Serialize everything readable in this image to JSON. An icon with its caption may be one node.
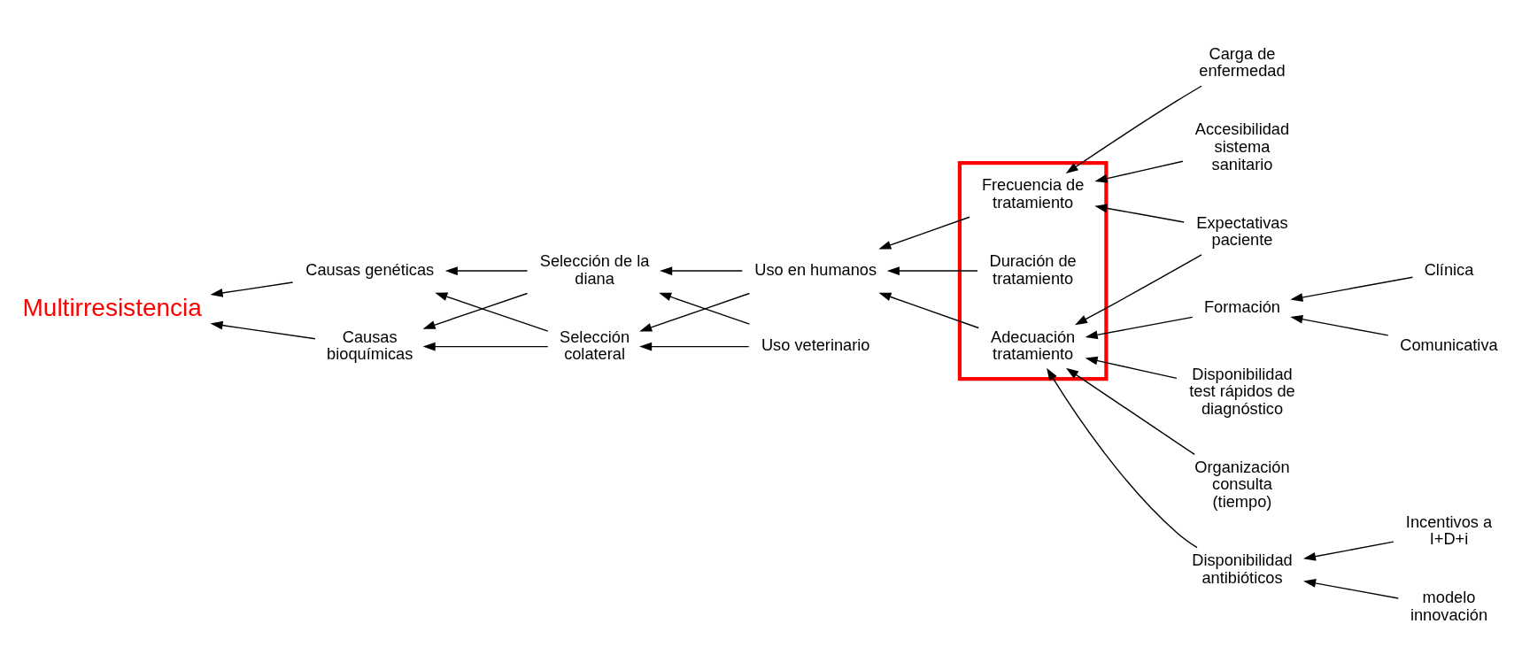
{
  "diagram": {
    "nodes": [
      {
        "text": [
          "Multirresistencia"
        ]
      },
      {
        "text": [
          "Causas genéticas"
        ]
      },
      {
        "text": [
          "Causas bioquímicas"
        ]
      },
      {
        "text": [
          "Selección de la diana"
        ]
      },
      {
        "text": [
          "Selección colateral"
        ]
      },
      {
        "text": [
          "Uso en humanos"
        ]
      },
      {
        "text": [
          "Uso veterinario"
        ]
      },
      {
        "text": [],
        "shape": "box"
      },
      {
        "text": [
          "Frecuencia de tratamiento"
        ],
        "in": 7
      },
      {
        "text": [
          "Duración de tratamiento"
        ],
        "in": 7
      },
      {
        "text": [
          "Adecuación tratamiento"
        ],
        "in": 7
      },
      {
        "text": [
          "Carga de enfermedad"
        ]
      },
      {
        "text": [
          "Accesibilidad sistema sanitario"
        ]
      },
      {
        "text": [
          "Expectativas paciente"
        ]
      },
      {
        "text": [
          "Organización consulta (tiempo)"
        ]
      },
      {
        "text": [
          "Disponibilidad antibióticos"
        ]
      },
      {
        "text": [
          "Incentivos a I+D+i"
        ]
      },
      {
        "text": [
          "modelo innovación"
        ]
      },
      {
        "text": [
          "Formación"
        ]
      },
      {
        "text": [
          "Clínica"
        ]
      },
      {
        "text": [
          "Comunicativa"
        ]
      },
      {
        "text": [
          "Disponibilidad test rápidos de diagnóstico"
        ]
      }
    ],
    "edges": [
      {
        "from": 1,
        "to": 0,
        "arrow": "to"
      },
      {
        "from": 2,
        "to": 0,
        "arrow": "to"
      },
      {
        "from": 3,
        "to": 1,
        "arrow": "to"
      },
      {
        "from": 3,
        "to": 2,
        "arrow": "to"
      },
      {
        "from": 4,
        "to": 1,
        "arrow": "to"
      },
      {
        "from": 4,
        "to": 2,
        "arrow": "to"
      },
      {
        "from": 5,
        "to": 3,
        "arrow": "to"
      },
      {
        "from": 5,
        "to": 4,
        "arrow": "to"
      },
      {
        "from": 6,
        "to": 3,
        "arrow": "to"
      },
      {
        "from": 6,
        "to": 4,
        "arrow": "to"
      },
      {
        "from": 8,
        "to": 5,
        "arrow": "to"
      },
      {
        "from": 9,
        "to": 5,
        "arrow": "to"
      },
      {
        "from": 10,
        "to": 5,
        "arrow": "to"
      },
      {
        "from": 11,
        "to": 8,
        "arrow": "to"
      },
      {
        "from": 12,
        "to": 8,
        "arrow": "to"
      },
      {
        "from": 13,
        "to": 8,
        "arrow": "to"
      },
      {
        "from": 13,
        "to": 10,
        "arrow": "to"
      },
      {
        "from": 14,
        "to": 10,
        "arrow": "to"
      },
      {
        "from": 15,
        "to": 10,
        "arrow": "to"
      },
      {
        "from": 18,
        "to": 10,
        "arrow": "to"
      },
      {
        "from": 21,
        "to": 10,
        "arrow": "to"
      },
      {
        "from": 16,
        "to": 15,
        "arrow": "to"
      },
      {
        "from": 17,
        "to": 15,
        "arrow": "to"
      },
      {
        "from": 19,
        "to": 18,
        "arrow": "to"
      },
      {
        "from": 20,
        "to": 18,
        "arrow": "to"
      }
    ]
  }
}
